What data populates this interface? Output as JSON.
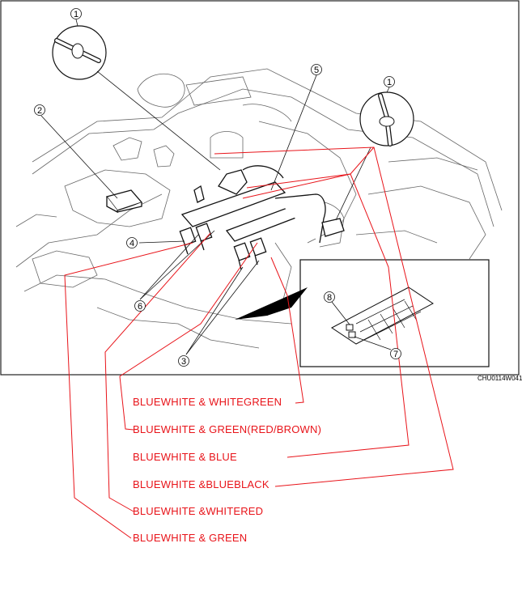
{
  "figure": {
    "code": "CHU0114W041",
    "callouts": [
      "1",
      "2",
      "5",
      "1",
      "4",
      "6",
      "3",
      "8",
      "7"
    ]
  },
  "wire_labels": [
    "BLUEWHITE & WHITEGREEN",
    "BLUEWHITE & GREEN(RED/BROWN)",
    "BLUEWHITE & BLUE",
    "BLUEWHITE &BLUEBLACK",
    "BLUEWHITE &WHITERED",
    "BLUEWHITE & GREEN"
  ],
  "colors": {
    "wire": "#e8141a",
    "line_art": "#222222"
  }
}
